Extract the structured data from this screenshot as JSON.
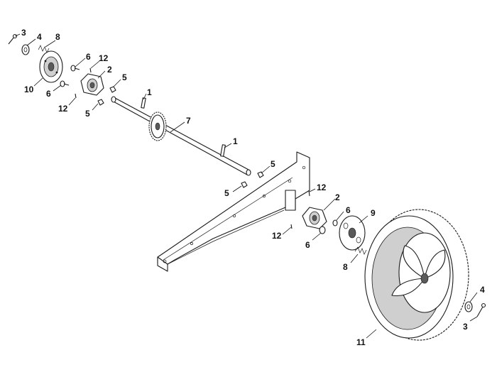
{
  "diagram": {
    "callouts": [
      {
        "id": "c3a",
        "label": "3"
      },
      {
        "id": "c4a",
        "label": "4"
      },
      {
        "id": "c8a",
        "label": "8"
      },
      {
        "id": "c10",
        "label": "10"
      },
      {
        "id": "c6a",
        "label": "6"
      },
      {
        "id": "c12a",
        "label": "12"
      },
      {
        "id": "c2a",
        "label": "2"
      },
      {
        "id": "c5a",
        "label": "5"
      },
      {
        "id": "c6b",
        "label": "6"
      },
      {
        "id": "c12b",
        "label": "12"
      },
      {
        "id": "c1a",
        "label": "1"
      },
      {
        "id": "c5b",
        "label": "5"
      },
      {
        "id": "c7",
        "label": "7"
      },
      {
        "id": "c1b",
        "label": "1"
      },
      {
        "id": "c5c",
        "label": "5"
      },
      {
        "id": "c5d",
        "label": "5"
      },
      {
        "id": "c12c",
        "label": "12"
      },
      {
        "id": "c2b",
        "label": "2"
      },
      {
        "id": "c6c",
        "label": "6"
      },
      {
        "id": "c9",
        "label": "9"
      },
      {
        "id": "c12d",
        "label": "12"
      },
      {
        "id": "c6d",
        "label": "6"
      },
      {
        "id": "c8b",
        "label": "8"
      },
      {
        "id": "c4b",
        "label": "4"
      },
      {
        "id": "c3b",
        "label": "3"
      },
      {
        "id": "c11",
        "label": "11"
      }
    ]
  }
}
